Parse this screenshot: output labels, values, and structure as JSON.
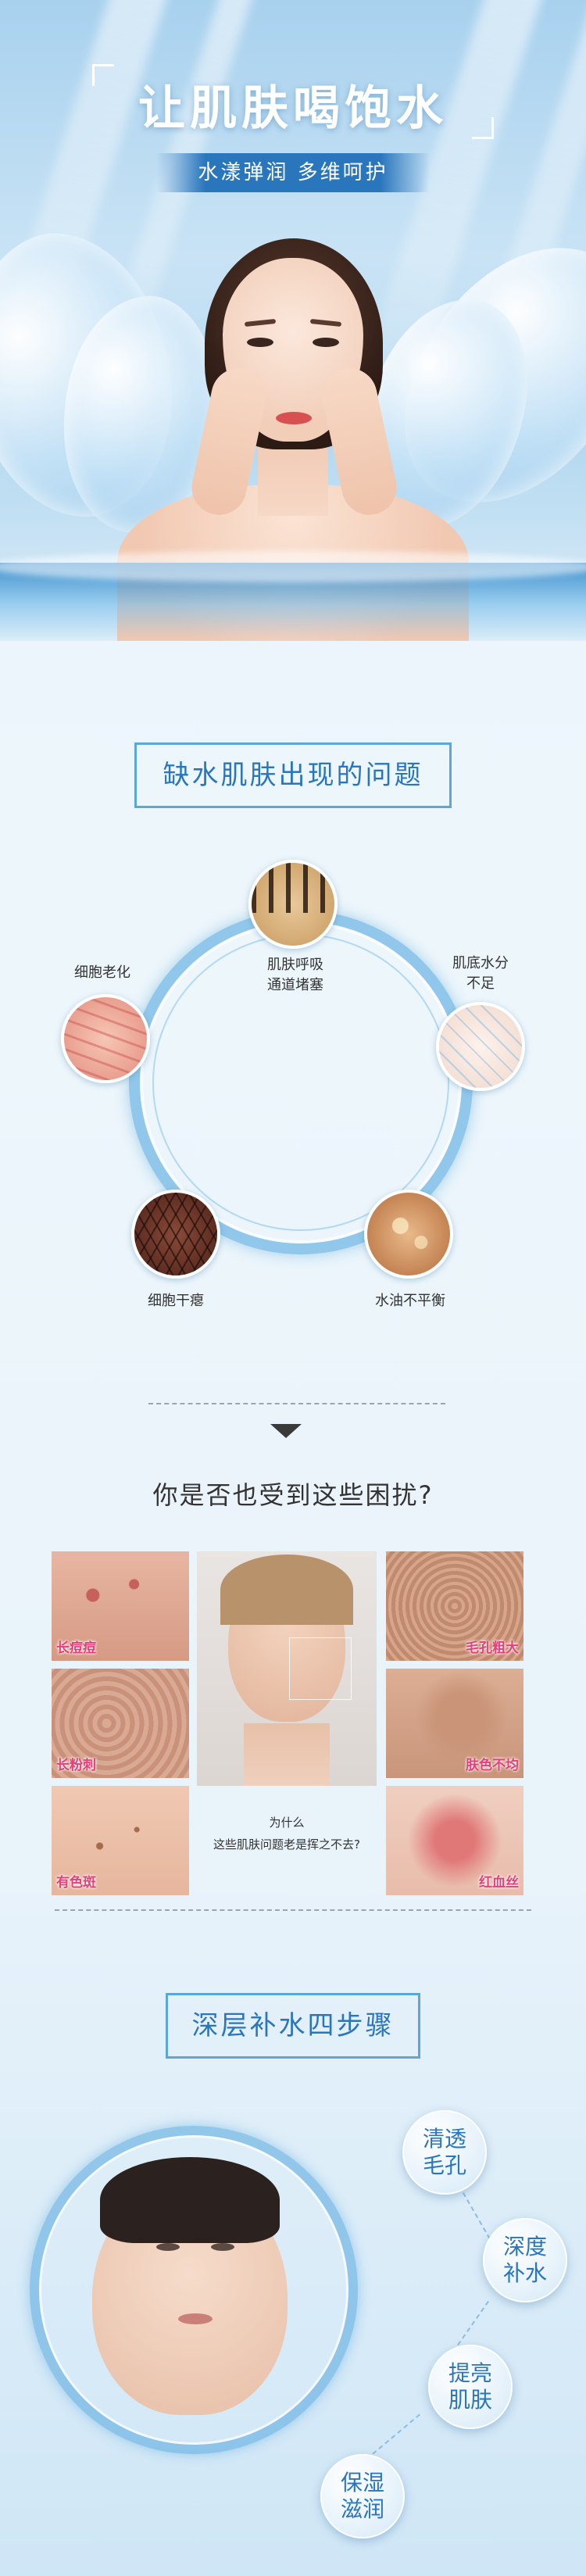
{
  "hero": {
    "title": "让肌肤喝饱水",
    "subtitle": "水漾弹润 多维呵护"
  },
  "problems": {
    "heading": "缺水肌肤出现的问题",
    "items": [
      {
        "label_line1": "肌肤呼吸",
        "label_line2": "通道堵塞",
        "icon": "clogged-pores-skin-icon"
      },
      {
        "label_line1": "肌底水分",
        "label_line2": "不足",
        "icon": "dehydrated-skin-icon"
      },
      {
        "label_line1": "水油不平衡",
        "label_line2": "",
        "icon": "oil-imbalance-skin-icon"
      },
      {
        "label_line1": "细胞干瘪",
        "label_line2": "",
        "icon": "shriveled-cells-skin-icon"
      },
      {
        "label_line1": "细胞老化",
        "label_line2": "",
        "icon": "aging-cells-skin-icon"
      }
    ]
  },
  "troubles": {
    "title": "你是否也受到这些困扰?",
    "left": [
      {
        "tag": "长痘痘"
      },
      {
        "tag": "长粉刺"
      },
      {
        "tag": "有色斑"
      }
    ],
    "right": [
      {
        "tag": "毛孔粗大"
      },
      {
        "tag": "肤色不均"
      },
      {
        "tag": "红血丝"
      }
    ],
    "question_line1": "为什么",
    "question_line2": "这些肌肤问题老是挥之不去?"
  },
  "steps": {
    "heading": "深层补水四步骤",
    "items": [
      {
        "line1": "清透",
        "line2": "毛孔"
      },
      {
        "line1": "深度",
        "line2": "补水"
      },
      {
        "line1": "提亮",
        "line2": "肌肤"
      },
      {
        "line1": "保湿",
        "line2": "滋润"
      }
    ]
  },
  "colors": {
    "accent": "#2a76bd",
    "frame": "#5aa7dc",
    "tag": "#e4407a"
  }
}
